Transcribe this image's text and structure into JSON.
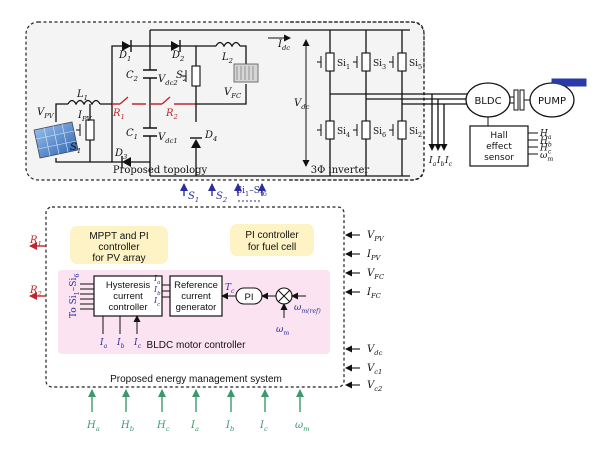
{
  "topology": {
    "title": "Proposed topology",
    "inverter_title": "3Φ inverter",
    "v_pv": "V",
    "v_pv_sub": "PV",
    "l1": "L",
    "l1_sub": "1",
    "i_pv": "I",
    "i_pv_sub": "PV",
    "s1": "S",
    "s1_sub": "1",
    "d1": "D",
    "d1_sub": "1",
    "d2": "D",
    "d2_sub": "2",
    "d3": "D",
    "d3_sub": "3",
    "d4": "D",
    "d4_sub": "4",
    "c1": "C",
    "c1_sub": "1",
    "c2": "C",
    "c2_sub": "2",
    "vdc1": "V",
    "vdc1_sub": "dc1",
    "vdc2": "V",
    "vdc2_sub": "dc2",
    "r1": "R",
    "r1_sub": "1",
    "r2": "R",
    "r2_sub": "2",
    "s2": "S",
    "s2_sub": "2",
    "l2": "L",
    "l2_sub": "2",
    "vfc": "V",
    "vfc_sub": "FC",
    "idc": "I",
    "idc_sub": "dc",
    "vdc": "V",
    "vdc_sub": "dc",
    "switches": [
      {
        "label": "Si",
        "sub": "1"
      },
      {
        "label": "Si",
        "sub": "3"
      },
      {
        "label": "Si",
        "sub": "5"
      },
      {
        "label": "Si",
        "sub": "4"
      },
      {
        "label": "Si",
        "sub": "6"
      },
      {
        "label": "Si",
        "sub": "2"
      }
    ],
    "bldc": "BLDC",
    "pump": "PUMP",
    "hall_sensor": [
      "Hall",
      "effect",
      "sensor"
    ],
    "hall_outputs": [
      {
        "label": "H",
        "sub": "a"
      },
      {
        "label": "H",
        "sub": "b"
      },
      {
        "label": "H",
        "sub": "c"
      },
      {
        "label": "ω",
        "sub": "m"
      }
    ],
    "phase_currents": [
      {
        "label": "I",
        "sub": "a"
      },
      {
        "label": "I",
        "sub": "b"
      },
      {
        "label": "I",
        "sub": "c"
      }
    ]
  },
  "gate_signals": [
    {
      "label": "S",
      "sub": "1"
    },
    {
      "label": "S",
      "sub": "2"
    },
    {
      "label": "Si",
      "sub": "1",
      "mid": "–Si",
      "sub2": "6"
    }
  ],
  "ems": {
    "title": "Proposed energy management system",
    "mppt_box": [
      "MPPT and PI",
      "controller",
      "for PV array"
    ],
    "pi_fc_box": [
      "PI controller",
      "for fuel cell"
    ],
    "bldc_controller": "BLDC motor controller",
    "hysteresis": [
      "Hysteresis",
      "current",
      "controller"
    ],
    "reference": [
      "Reference",
      "current",
      "generator"
    ],
    "pi": "PI",
    "tc": "T",
    "tc_sub": "c",
    "ia_star": "I",
    "ia_star_sub": "a",
    "ib_star": "I",
    "ib_star_sub": "b",
    "ic_star": "I",
    "ic_star_sub": "c",
    "omega_ref": "ω",
    "omega_ref_sub": "m(ref)",
    "omega_m": "ω",
    "omega_m_sub": "m",
    "to_si": "To Si",
    "to_si_sub": "1",
    "to_si_end": "–Si",
    "to_si_end_sub": "6",
    "inner_currents": [
      {
        "label": "I",
        "sub": "a"
      },
      {
        "label": "I",
        "sub": "b"
      },
      {
        "label": "I",
        "sub": "c"
      }
    ],
    "outputs_left": [
      {
        "label": "R",
        "sub": "1"
      },
      {
        "label": "R",
        "sub": "2"
      }
    ],
    "inputs_right": [
      {
        "label": "V",
        "sub": "PV"
      },
      {
        "label": "I",
        "sub": "PV"
      },
      {
        "label": "V",
        "sub": "FC"
      },
      {
        "label": "I",
        "sub": "FC"
      },
      {
        "label": "V",
        "sub": "dc"
      },
      {
        "label": "V",
        "sub": "c1"
      },
      {
        "label": "V",
        "sub": "c2"
      }
    ],
    "inputs_bottom": [
      {
        "label": "H",
        "sub": "a"
      },
      {
        "label": "H",
        "sub": "b"
      },
      {
        "label": "H",
        "sub": "c"
      },
      {
        "label": "I",
        "sub": "a"
      },
      {
        "label": "I",
        "sub": "b"
      },
      {
        "label": "I",
        "sub": "c"
      },
      {
        "label": "ω",
        "sub": "m"
      }
    ]
  },
  "colors": {
    "red": "#c0262d",
    "blue": "#2b2f9a",
    "green": "#3a9a6a",
    "yellow_box": "#fdf3c4",
    "pink_box": "#fbe3f1",
    "topology_bg": "#f4f4f4",
    "dark": "#111111"
  }
}
